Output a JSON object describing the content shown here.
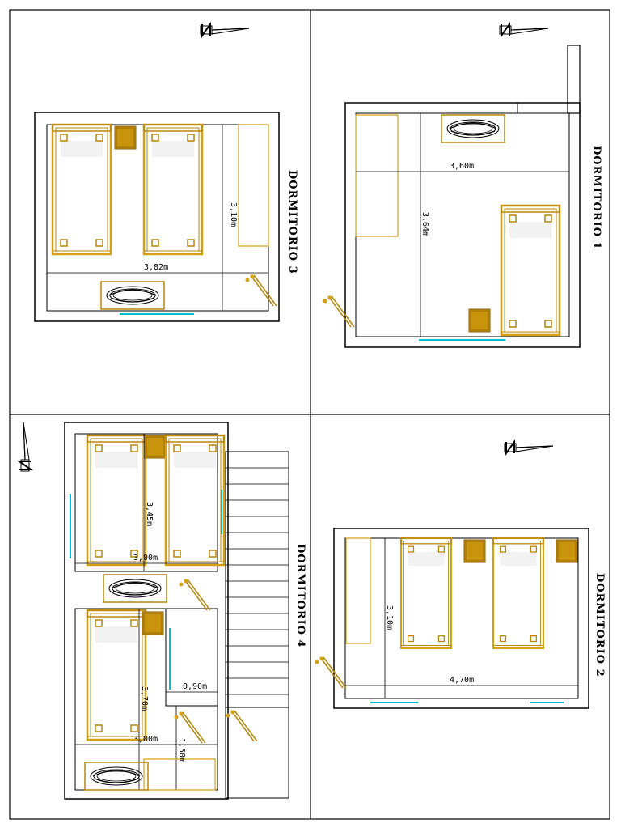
{
  "colors": {
    "wall": "#000000",
    "furniture": "#d4a017",
    "furniture_dark": "#b8860b",
    "wardrobe": "#c8940c",
    "window": "#00bcd4"
  },
  "north_symbol": {
    "letter": "N"
  },
  "rooms": {
    "dormitorio1": {
      "title": "DORMITORIO 1",
      "dim_width": "3,60m",
      "dim_depth": "3,64m"
    },
    "dormitorio2": {
      "title": "DORMITORIO 2",
      "dim_width": "4,70m",
      "dim_depth": "3,10m"
    },
    "dormitorio3": {
      "title": "DORMITORIO 3",
      "dim_width": "3,82m",
      "dim_depth": "3,10m"
    },
    "dormitorio4": {
      "title": "DORMITORIO 4",
      "dim_upper_width": "3,00m",
      "dim_upper_depth": "3,45m",
      "dim_lower_width": "3,00m",
      "dim_lower_depth": "3,70m",
      "dim_hall_width": "0,90m",
      "dim_hall_depth": "1,50m"
    }
  }
}
